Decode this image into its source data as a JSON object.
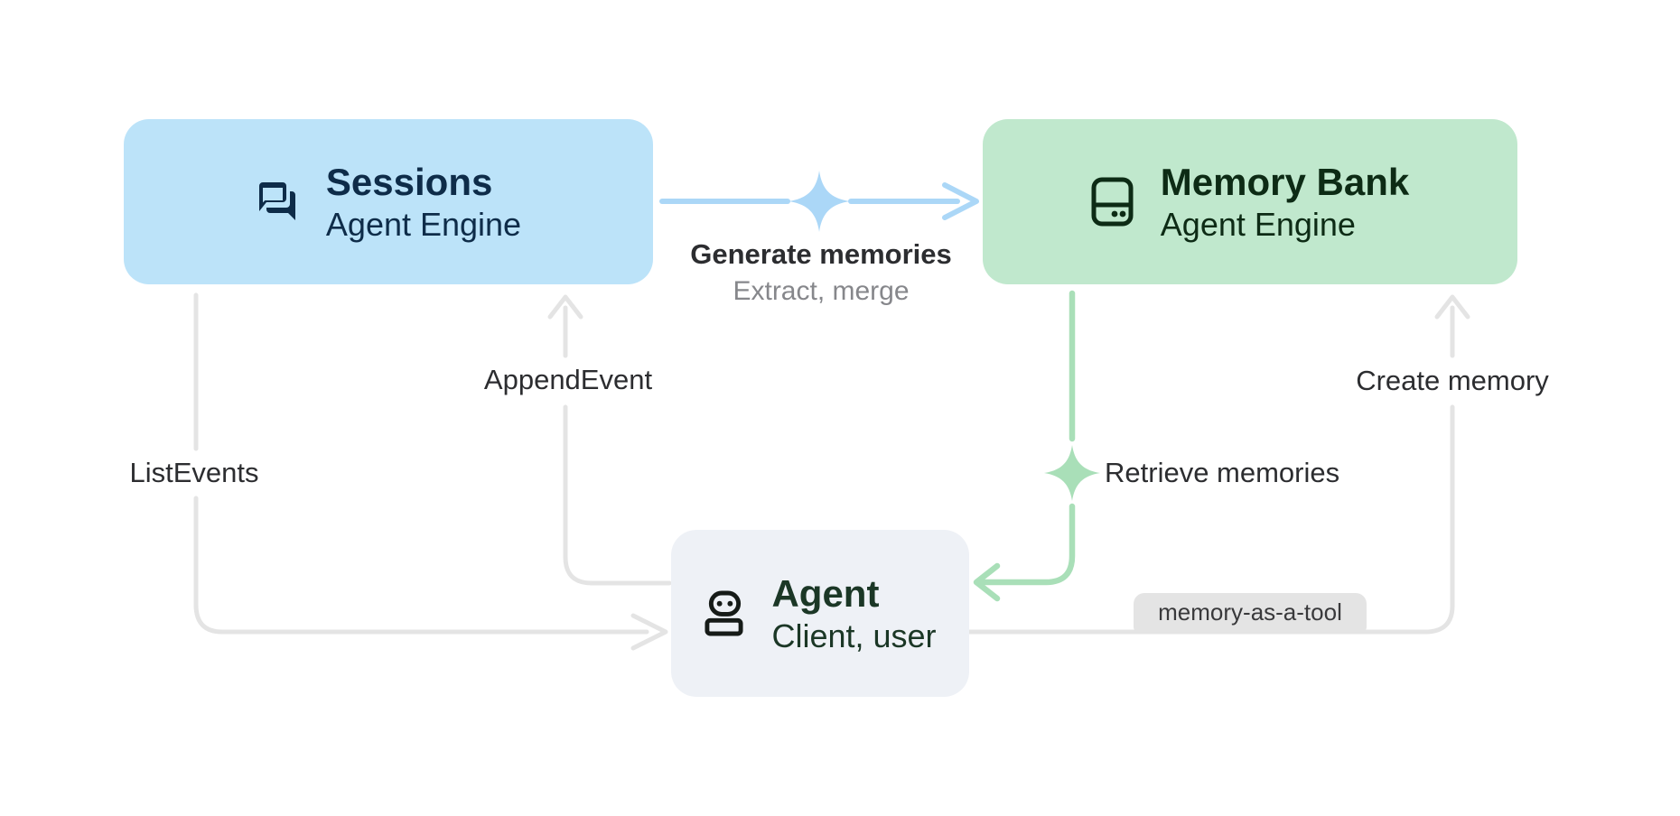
{
  "colors": {
    "canvas-bg": "#ffffff",
    "sessions-bg": "#bce3f9",
    "sessions-ink": "#0e2c49",
    "memory-bg": "#c0e8cd",
    "memory-ink": "#0d2b15",
    "agent-bg": "#eef1f6",
    "agent-ink": "#1b3726",
    "agent-icon-ink": "#161b18",
    "blue-line": "#abd7f7",
    "green-line": "#a9dfb8",
    "gray-line": "#e4e4e4",
    "label-ink": "#2c2d30",
    "muted-ink": "#86878b",
    "badge-bg": "#e4e4e4",
    "badge-ink": "#39393b"
  },
  "nodes": {
    "sessions": {
      "title": "Sessions",
      "subtitle": "Agent Engine",
      "icon": "chat-bubbles-icon"
    },
    "memory_bank": {
      "title": "Memory Bank",
      "subtitle": "Agent Engine",
      "icon": "storage-icon"
    },
    "agent": {
      "title": "Agent",
      "subtitle": "Client, user",
      "icon": "robot-icon"
    }
  },
  "edges": {
    "generate": {
      "label": "Generate memories",
      "sublabel": "Extract, merge"
    },
    "append_event": {
      "label": "AppendEvent"
    },
    "list_events": {
      "label": "ListEvents"
    },
    "retrieve": {
      "label": "Retrieve memories"
    },
    "create_memory": {
      "label": "Create memory",
      "badge": "memory-as-a-tool"
    }
  }
}
